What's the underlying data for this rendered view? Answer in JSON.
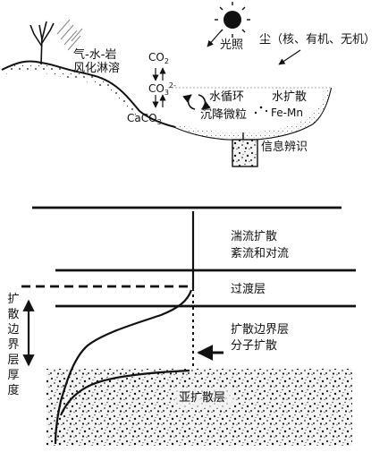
{
  "top": {
    "weathering": {
      "line1": "气-水-岩",
      "line2": "风化淋溶"
    },
    "sunlight": "光照",
    "dust": "尘（核、有机、无机）",
    "co2": {
      "main": "CO",
      "sub": "2"
    },
    "co3": {
      "main": "CO",
      "sub": "3",
      "sup": "2-"
    },
    "caco3": {
      "main": "CaCO",
      "sub": "3"
    },
    "water_cycle": "水循环",
    "sedimentation": "沉降微粒",
    "water_diffusion": "水扩散",
    "fe_mn": "Fe-Mn",
    "info_identification": "信息辨识"
  },
  "bottom": {
    "turbulent_diffusion": "湍流扩散",
    "eddy_convection": "紊流和对流",
    "transition_layer": "过渡层",
    "diffusion_boundary_layer": "扩散边界层",
    "molecular_diffusion": "分子扩散",
    "sub_diffusion_layer": "亚扩散层",
    "thickness_label": "扩散边界层厚度"
  }
}
